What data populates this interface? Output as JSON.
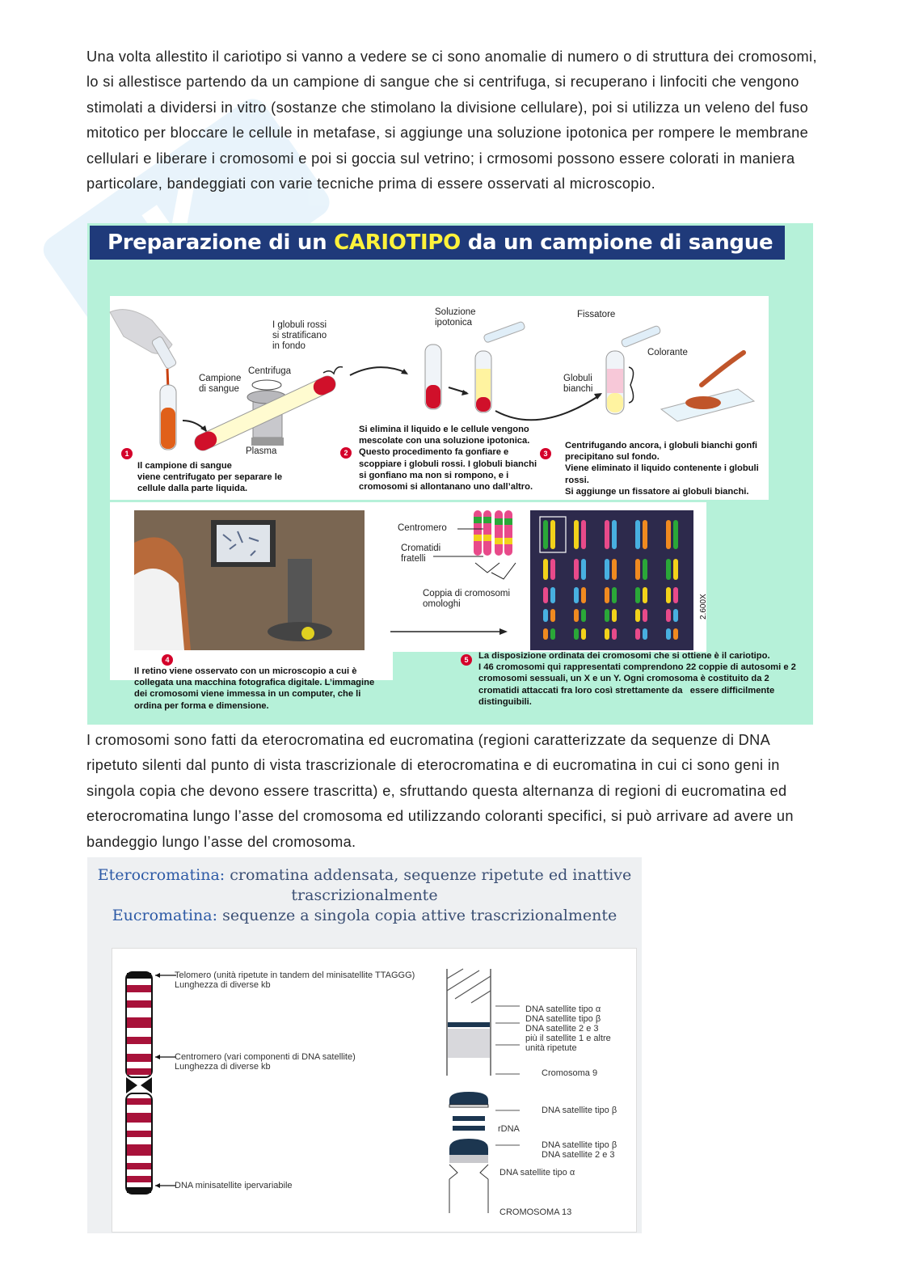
{
  "paragraph_1": "Una volta allestito il cariotipo si vanno a vedere se ci sono anomalie di numero o di struttura dei cromosomi, lo si allestisce partendo da un campione di sangue che si centrifuga, si recuperano i linfociti che vengono stimolati a dividersi in vitro (sostanze che stimolano la divisione cellulare), poi si utilizza un veleno del fuso mitotico per bloccare le cellule in metafase, si aggiunge una soluzione ipotonica per rompere le membrane cellulari e liberare i cromosomi e poi si goccia sul vetrino; i crmosomi possono essere colorati in maniera particolare, bandeggiati con varie tecniche prima di essere osservati al microscopio.",
  "paragraph_2": "I cromosomi sono fatti da eterocromatina ed eucromatina (regioni caratterizzate da sequenze di DNA ripetuto silenti dal punto di vista trascrizionale di eterocromatina e di eucromatina in cui ci sono geni in singola copia che devono essere trascritta) e, sfruttando questa alternanza di regioni di eucromatina ed eterocromatina lungo l’asse del cromosoma ed utilizzando coloranti specifici, si può arrivare ad avere un bandeggio lungo l’asse del cromosoma.",
  "figure_1": {
    "title_pre": "Preparazione di un ",
    "title_highlight": "CARIOTIPO",
    "title_post": " da un campione di sangue",
    "labels": {
      "campione": "Campione\ndi sangue",
      "centrifuga": "Centrifuga",
      "globuli_rossi": "I globuli rossi\nsi stratificano\nin fondo",
      "plasma": "Plasma",
      "soluzione": "Soluzione\nipotonica",
      "fissatore": "Fissatore",
      "colorante": "Colorante",
      "globuli_bianchi": "Globuli\nbianchi",
      "centromero": "Centromero",
      "cromatidi": "Cromatidi\nfratelli",
      "coppia": "Coppia di cromosomi\nomologhi",
      "mag": "2.600X"
    },
    "steps": [
      {
        "num": "1",
        "text": "Il campione di sangue\nviene centrifugato per separare le\ncellule dalla parte liquida."
      },
      {
        "num": "2",
        "text": "Si elimina il liquido e le cellule vengono\nmescolate con una soluzione ipotonica.\nQuesto procedimento fa gonfiare e\nscoppiare i globuli rossi. I globuli bianchi\nsi gonfiano ma non si rompono, e i\ncromosomi si allontanano uno dall’altro."
      },
      {
        "num": "3",
        "text": "Centrifugando ancora, i globuli bianchi gonfi\nprecipitano sul fondo.\nViene eliminato il liquido contenente i globuli\nrossi.\nSi aggiunge un fissatore ai globuli bianchi."
      },
      {
        "num": "4",
        "text": "Il retino viene osservato con un microscopio a cui è\ncollegata una macchina fotografica digitale. L’immagine\ndei cromosomi viene immessa in un computer, che li\nordina per forma e dimensione."
      },
      {
        "num": "5",
        "text": "La disposizione ordinata dei cromosomi che si ottiene è il cariotipo.\nI 46 cromosomi qui rappresentati comprendono 22 coppie di autosomi e 2\ncromosomi sessuali, un X e un Y. Ogni cromosoma è costituito da 2\ncromatidi attaccati fra loro così strettamente da   essere difficilmente\ndistinguibili."
      }
    ]
  },
  "figure_2": {
    "title_line1_term": "Eterocromatina:",
    "title_line1_rest": " cromatina addensata, sequenze ripetute ed inattive",
    "title_line2": "trascrizionalmente",
    "title_line3_term": "Eucromatina:",
    "title_line3_rest": " sequenze a singola copia attive trascrizionalmente",
    "labels": {
      "telomero": "Telomero (unità ripetute in tandem del minisatellite TTAGGG)\nLunghezza di diverse kb",
      "centromero": "Centromero (vari componenti di DNA satellite)\nLunghezza di diverse kb",
      "minisatellite": "DNA minisatellite ipervariabile",
      "sat_group": "DNA satellite tipo α\nDNA satellite tipo β\nDNA satellite 2 e 3\npiù il satellite 1 e altre\nunità ripetute",
      "crom9": "Cromosoma 9",
      "sat_beta": "DNA satellite tipo β",
      "rdna": "rDNA",
      "sat_beta_23": "DNA satellite tipo β\nDNA satellite 2 e 3",
      "sat_alpha": "DNA satellite tipo α",
      "crom13": "CROMOSOMA 13"
    }
  },
  "colors": {
    "fig1_bg": "#b6f1d9",
    "title_bar": "#1f3a7a",
    "title_highlight": "#fff23a",
    "step_number": "#d4002a",
    "band_red": "#a8123a",
    "fig2_title": "#3b4f74"
  }
}
